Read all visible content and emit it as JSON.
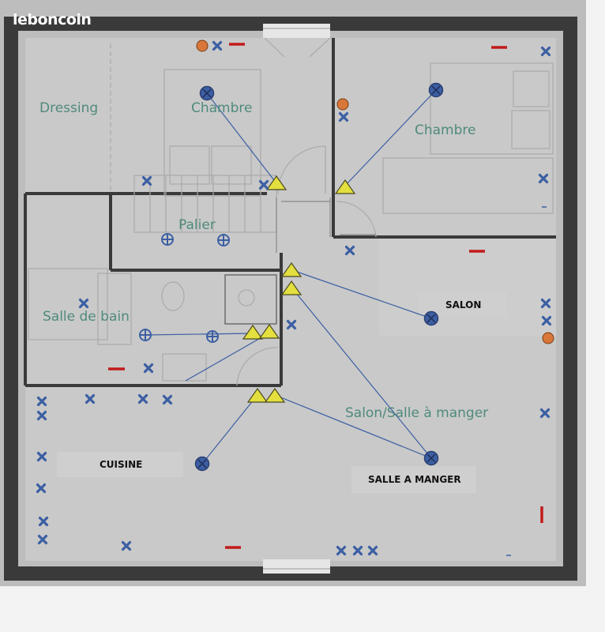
{
  "brand": {
    "logo": "leboncoin"
  },
  "rooms": {
    "dressing": "Dressing",
    "chambre_1": "Chambre",
    "chambre_2": "Chambre",
    "palier": "Palier",
    "salle_de_bain": "Salle de bain",
    "salon_salle_a_manger": "Salon/Salle à manger"
  },
  "tags": {
    "salon": "SALON",
    "cuisine": "CUISINE",
    "salle_a_manger": "SALLE A MANGER"
  },
  "colors": {
    "wall": "#3a3a3a",
    "floor": "#c9c9c9",
    "room_text": "#4f8a7c",
    "marker_blue": "#3c5fa3",
    "triangle_yellow": "#e3df3f",
    "dot_orange": "#d9773a",
    "dash_red": "#c21b1b"
  },
  "legend_icons": [
    "cross-marker-icon",
    "ceiling-light-icon",
    "wall-light-icon",
    "switch-triangle-icon",
    "orange-socket-icon",
    "red-dash-icon"
  ]
}
